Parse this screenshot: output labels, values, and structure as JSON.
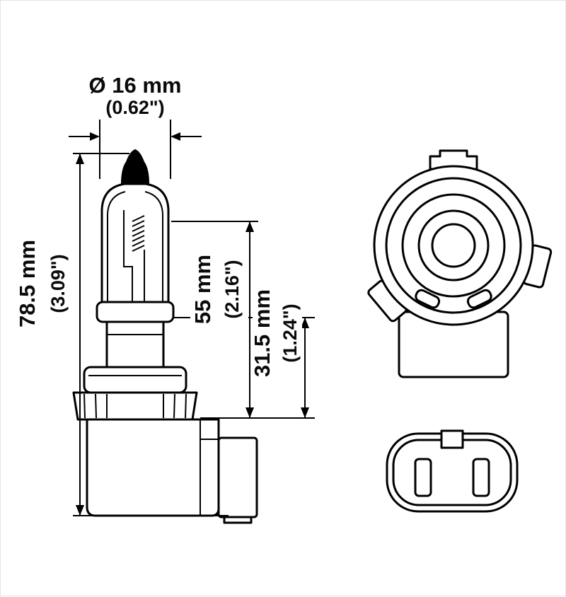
{
  "page": {
    "background": "#ffffff",
    "border_color": "#e3e3e3",
    "line_color": "#000000"
  },
  "dimensions": {
    "diameter": {
      "metric": "Ø 16 mm",
      "imperial": "(0.62\")"
    },
    "overall_length": {
      "metric": "78.5 mm",
      "imperial": "(3.09\")"
    },
    "upper_length": {
      "metric": "55 mm",
      "imperial": "(2.16\")"
    },
    "base_length": {
      "metric": "31.5 mm",
      "imperial": "(1.24\")"
    }
  }
}
